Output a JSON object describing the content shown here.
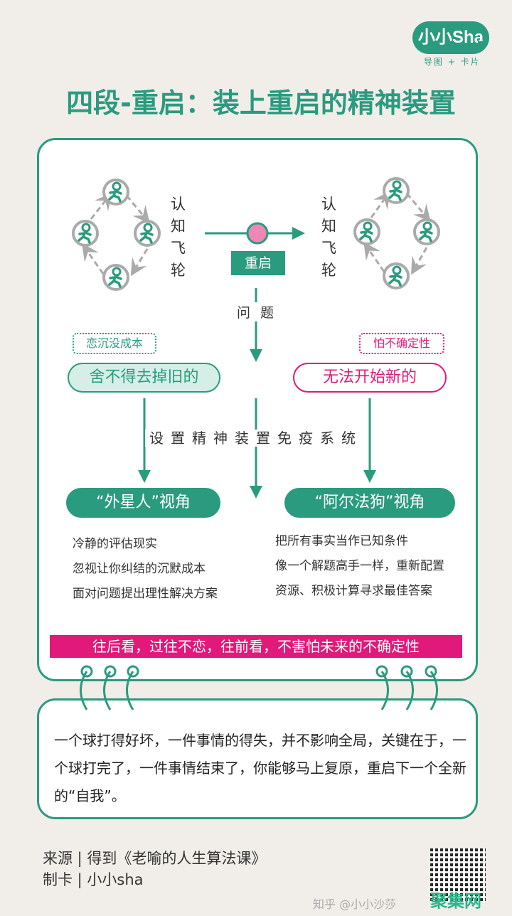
{
  "logo": {
    "name": "小小Sha",
    "sub": "导图 + 卡片"
  },
  "title": "四段-重启：装上重启的精神装置",
  "flywheel_label": "认知飞轮",
  "restart": "重启",
  "problem": "问题",
  "left": {
    "tag": "恋沉没成本",
    "problem": "舍不得去掉旧的",
    "view": "“外星人”视角",
    "bullets": [
      "冷静的评估现实",
      "忽视让你纠结的沉默成本",
      "面对问题提出理性解决方案"
    ]
  },
  "right": {
    "tag": "怕不确定性",
    "problem": "无法开始新的",
    "view": "“阿尔法狗”视角",
    "bullets": [
      "把所有事实当作已知条件",
      "像一个解题高手一样，重新配置",
      "资源、积极计算寻求最佳答案"
    ]
  },
  "middle": "设置精神装置免疫系统",
  "banner": "往后看，过往不恋，往前看，不害怕未来的不确定性",
  "body": "一个球打得好坏，一件事情的得失，并不影响全局，关键在于，一个球打完了，一件事情结束了，你能够马上复原，重启下一个全新的“自我”。",
  "footer": {
    "source": "来源 | 得到《老喻的人生算法课》",
    "maker": "制卡 | 小小sha"
  },
  "watermark": {
    "zhihu": "知乎 @小小沙莎",
    "site": "聚集网"
  },
  "colors": {
    "teal": "#2a9b7f",
    "pink": "#e0197a",
    "light_teal": "#d5efe6",
    "gray": "#aaaaaa"
  }
}
